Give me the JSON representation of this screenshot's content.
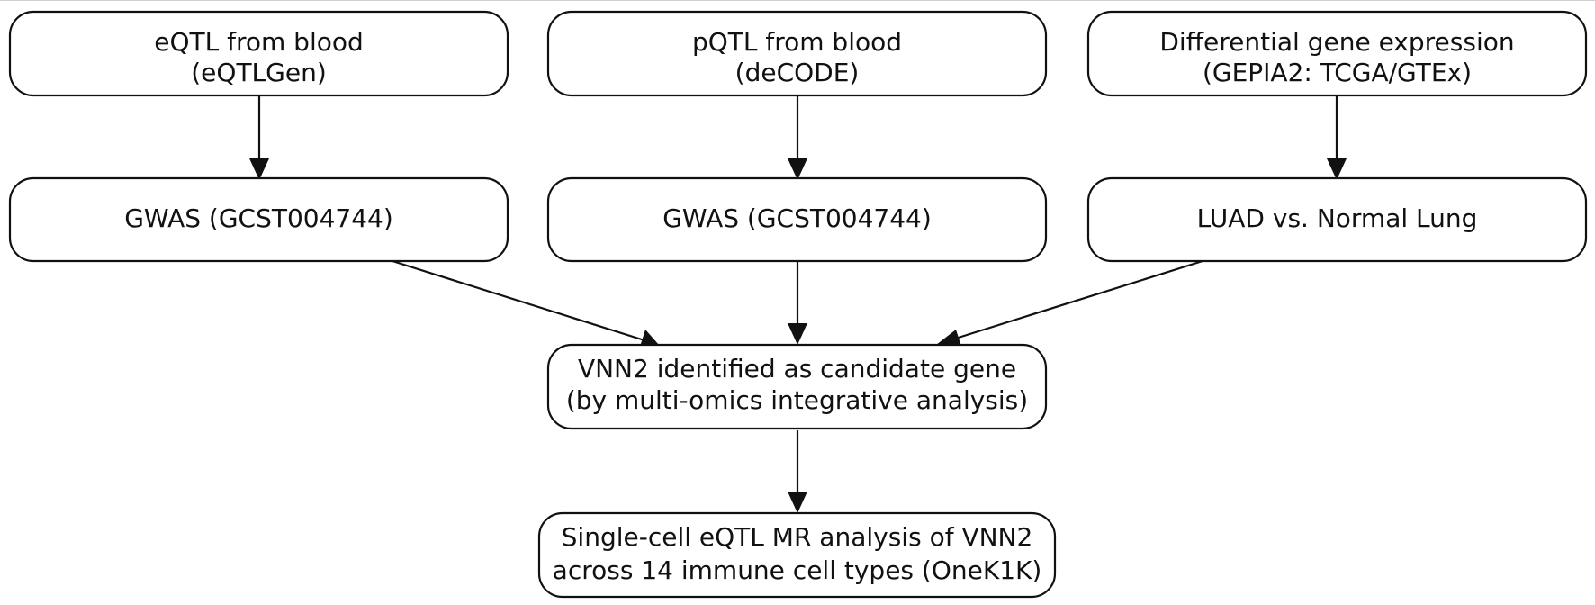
{
  "nodes": {
    "eqtl_blood": {
      "line1": "eQTL from blood",
      "line2": "(eQTLGen)"
    },
    "pqtl_blood": {
      "line1": "pQTL from blood",
      "line2": "(deCODE)"
    },
    "diff_expression": {
      "line1": "Differential gene expression",
      "line2": "(GEPIA2: TCGA/GTEx)"
    },
    "gwas_left": {
      "line1": "GWAS (GCST004744)"
    },
    "gwas_middle": {
      "line1": "GWAS (GCST004744)"
    },
    "luad_vs_normal": {
      "line1": "LUAD vs. Normal Lung"
    },
    "vnn2_candidate": {
      "line1": "VNN2 identified as candidate gene",
      "line2": "(by multi-omics integrative analysis)"
    },
    "single_cell_mr": {
      "line1": "Single-cell eQTL MR analysis of VNN2",
      "line2": "across 14 immune cell types (OneK1K)"
    }
  },
  "edges": [
    {
      "from": "eqtl_blood",
      "to": "gwas_left"
    },
    {
      "from": "pqtl_blood",
      "to": "gwas_middle"
    },
    {
      "from": "diff_expression",
      "to": "luad_vs_normal"
    },
    {
      "from": "gwas_left",
      "to": "vnn2_candidate"
    },
    {
      "from": "gwas_middle",
      "to": "vnn2_candidate"
    },
    {
      "from": "luad_vs_normal",
      "to": "vnn2_candidate"
    },
    {
      "from": "vnn2_candidate",
      "to": "single_cell_mr"
    }
  ]
}
